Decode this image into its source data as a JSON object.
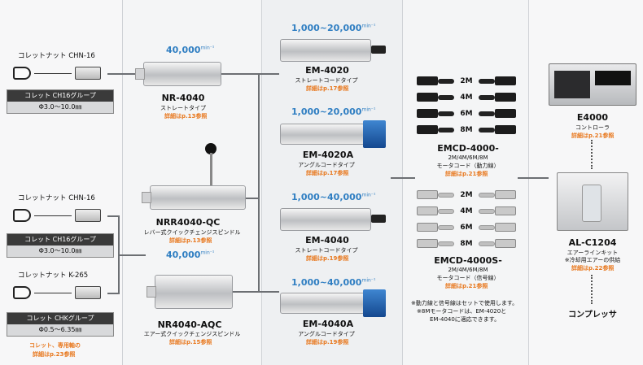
{
  "collets": {
    "a": {
      "nut_label": "コレットナット CHN-16",
      "group": "コレット CH16グループ",
      "range": "Φ3.0～10.0㎜"
    },
    "b": {
      "nut_label": "コレットナット CHN-16",
      "group": "コレット CH16グループ",
      "range": "Φ3.0～10.0㎜"
    },
    "c": {
      "nut_label": "コレットナット K-265",
      "group": "コレット CHKグループ",
      "range": "Φ0.5～6.35㎜"
    },
    "note_line1": "コレット、専用軸の",
    "note_line2": "詳細はp.23参照"
  },
  "spindles": {
    "nr4040qc": {
      "speed": "40,000",
      "speed_unit": "min⁻¹",
      "model": "NR-4040",
      "sub": "ストレートタイプ",
      "ref": "詳細はp.13参照"
    },
    "nrr4040qc": {
      "model": "NRR4040-QC",
      "sub": "レバー式クイックチェンジスピンドル",
      "ref": "詳細はp.13参照"
    },
    "nr4040aqc": {
      "speed": "40,000",
      "speed_unit": "min⁻¹",
      "model": "NR4040-AQC",
      "sub": "エアー式クイックチェンジスピンドル",
      "ref": "詳細はp.15参照"
    }
  },
  "motors": {
    "em4020": {
      "speed": "1,000~20,000",
      "speed_unit": "min⁻¹",
      "model": "EM-4020",
      "sub": "ストレートコードタイプ",
      "ref": "詳細はp.17参照"
    },
    "em4020a": {
      "speed": "1,000~20,000",
      "speed_unit": "min⁻¹",
      "model": "EM-4020A",
      "sub": "アングルコードタイプ",
      "ref": "詳細はp.17参照"
    },
    "em4040": {
      "speed": "1,000~40,000",
      "speed_unit": "min⁻¹",
      "model": "EM-4040",
      "sub": "ストレートコードタイプ",
      "ref": "詳細はp.19参照"
    },
    "em4040a": {
      "speed": "1,000~40,000",
      "speed_unit": "min⁻¹",
      "model": "EM-4040A",
      "sub": "アングルコードタイプ",
      "ref": "詳細はp.19参照"
    }
  },
  "cords": {
    "power": {
      "lengths": [
        "2M",
        "4M",
        "6M",
        "8M"
      ],
      "model": "EMCD-4000-",
      "sub1": "2M/4M/6M/8M",
      "sub2": "モータコード（動力線）",
      "ref": "詳細はp.21参照"
    },
    "signal": {
      "lengths": [
        "2M",
        "4M",
        "6M",
        "8M"
      ],
      "model": "EMCD-4000S-",
      "sub1": "2M/4M/6M/8M",
      "sub2": "モータコード（信号線）",
      "ref": "詳細はp.21参照"
    },
    "note1": "※動力線と信号線はセットで使用します。",
    "note2": "※8Mモータコードは、EM-4020と",
    "note3": "EM-4040に適応できます。"
  },
  "system": {
    "controller": {
      "model": "E4000",
      "sub": "コントローラ",
      "ref": "詳細はp.21参照"
    },
    "air": {
      "model": "AL-C1204",
      "sub1": "エアーラインキット",
      "sub2": "※冷却用エアーの供給",
      "ref": "詳細はp.22参照"
    },
    "compressor": "コンプレッサ"
  },
  "colors": {
    "speed_blue": "#2f7ec2",
    "ref_orange": "#e8781e",
    "motor_cap_blue": "#1d5fb0"
  }
}
